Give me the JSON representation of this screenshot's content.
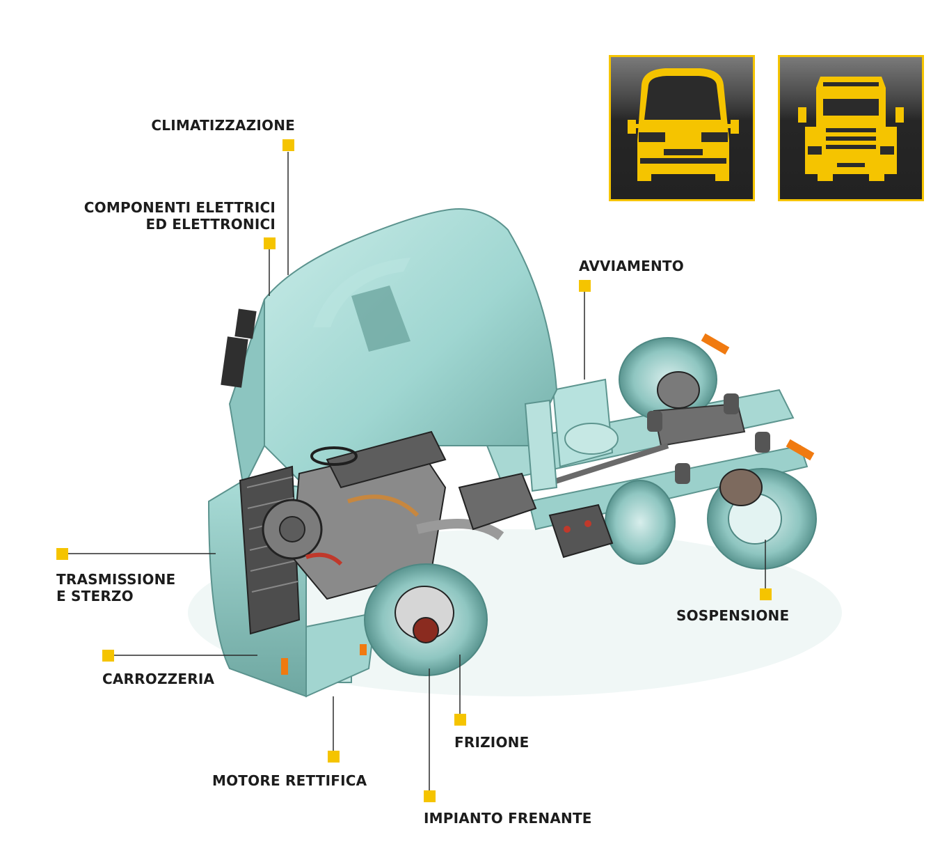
{
  "colors": {
    "accent": "#f5c400",
    "truck_body": "#9fd6d1",
    "truck_shadow": "#6aa8a2",
    "line": "#2a2a2a",
    "text": "#1c1c1c"
  },
  "vehicle_selector": [
    {
      "id": "van",
      "icon": "van-front-icon"
    },
    {
      "id": "truck",
      "icon": "truck-front-icon"
    }
  ],
  "labels": {
    "climatizzazione": [
      "CLIMATIZZAZIONE"
    ],
    "componenti": [
      "COMPONENTI ELETTRICI",
      "ED ELETTRONICI"
    ],
    "avviamento": [
      "AVVIAMENTO"
    ],
    "trasmissione": [
      "TRASMISSIONE",
      "E STERZO"
    ],
    "sospensione": [
      "SOSPENSIONE"
    ],
    "carrozzeria": [
      "CARROZZERIA"
    ],
    "frizione": [
      "FRIZIONE"
    ],
    "motore": [
      "MOTORE RETTIFICA"
    ],
    "impianto": [
      "IMPIANTO FRENANTE"
    ]
  }
}
